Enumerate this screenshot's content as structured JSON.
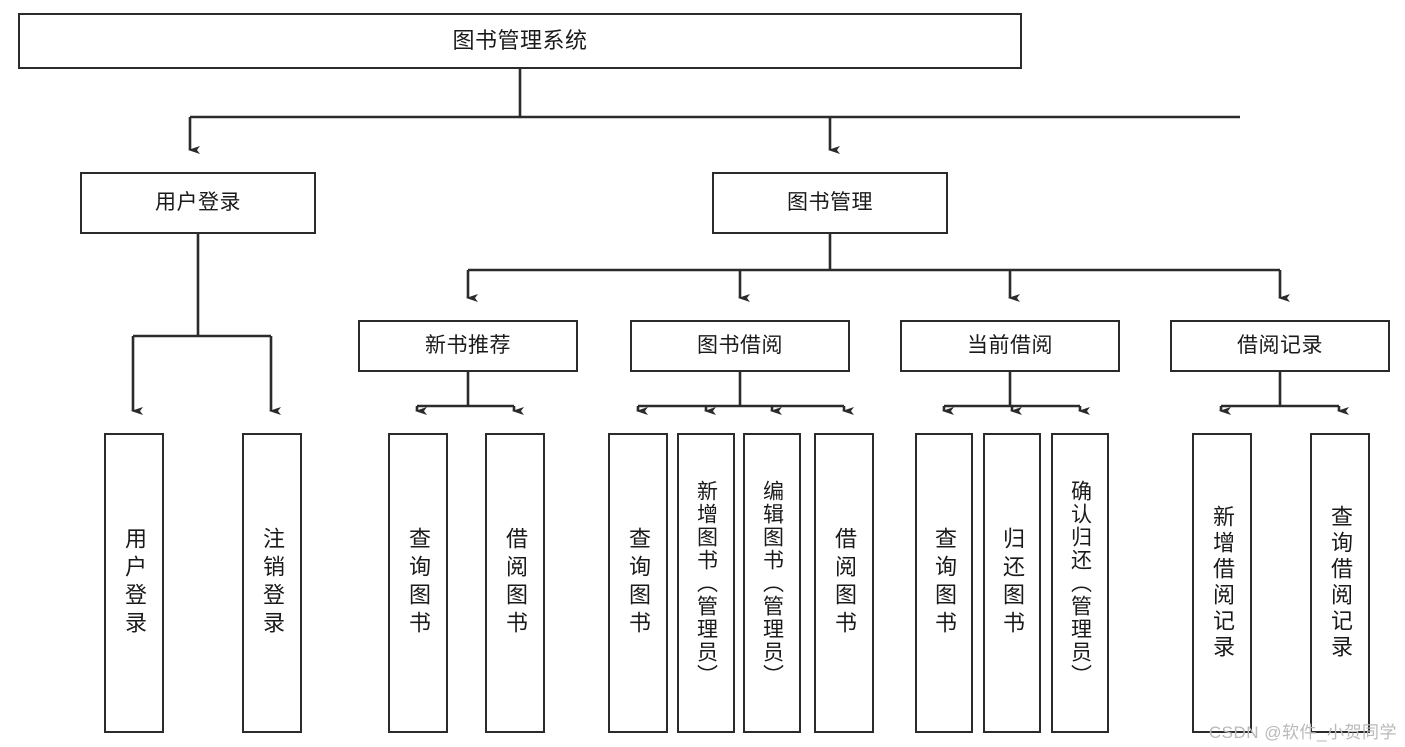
{
  "diagram": {
    "type": "tree",
    "title": "图书管理系统",
    "root": {
      "id": "root",
      "label": "图书管理系统"
    },
    "level1": [
      {
        "id": "user-login",
        "label": "用户登录"
      },
      {
        "id": "book-manage",
        "label": "图书管理"
      }
    ],
    "level2": [
      {
        "id": "new-book-recommend",
        "label": "新书推荐",
        "parent": "book-manage"
      },
      {
        "id": "book-borrow",
        "label": "图书借阅",
        "parent": "book-manage"
      },
      {
        "id": "current-borrow",
        "label": "当前借阅",
        "parent": "book-manage"
      },
      {
        "id": "borrow-record",
        "label": "借阅记录",
        "parent": "book-manage"
      }
    ],
    "leaves": [
      {
        "id": "leaf-user-login",
        "label": "用户登录",
        "parent": "user-login"
      },
      {
        "id": "leaf-user-logout",
        "label": "注销登录",
        "parent": "user-login"
      },
      {
        "id": "leaf-query-book-rec",
        "label": "查询图书",
        "parent": "new-book-recommend"
      },
      {
        "id": "leaf-borrow-book-rec",
        "label": "借阅图书",
        "parent": "new-book-recommend"
      },
      {
        "id": "leaf-query-book-borrow",
        "label": "查询图书",
        "parent": "book-borrow"
      },
      {
        "id": "leaf-add-book",
        "label": "新增图书（管理员）",
        "parent": "book-borrow"
      },
      {
        "id": "leaf-edit-book",
        "label": "编辑图书（管理员）",
        "parent": "book-borrow"
      },
      {
        "id": "leaf-borrow-book",
        "label": "借阅图书",
        "parent": "book-borrow"
      },
      {
        "id": "leaf-query-book-cur",
        "label": "查询图书",
        "parent": "current-borrow"
      },
      {
        "id": "leaf-return-book",
        "label": "归还图书",
        "parent": "current-borrow"
      },
      {
        "id": "leaf-confirm-return",
        "label": "确认归还（管理员）",
        "parent": "current-borrow"
      },
      {
        "id": "leaf-add-record",
        "label": "新增借阅记录",
        "parent": "borrow-record"
      },
      {
        "id": "leaf-query-record",
        "label": "查询借阅记录",
        "parent": "borrow-record"
      }
    ],
    "watermark": "CSDN @软件_小贺同学",
    "colors": {
      "stroke": "#2b2b2b",
      "fill": "#ffffff",
      "text": "#1a1a1a",
      "watermark": "#b9b9b9"
    }
  }
}
